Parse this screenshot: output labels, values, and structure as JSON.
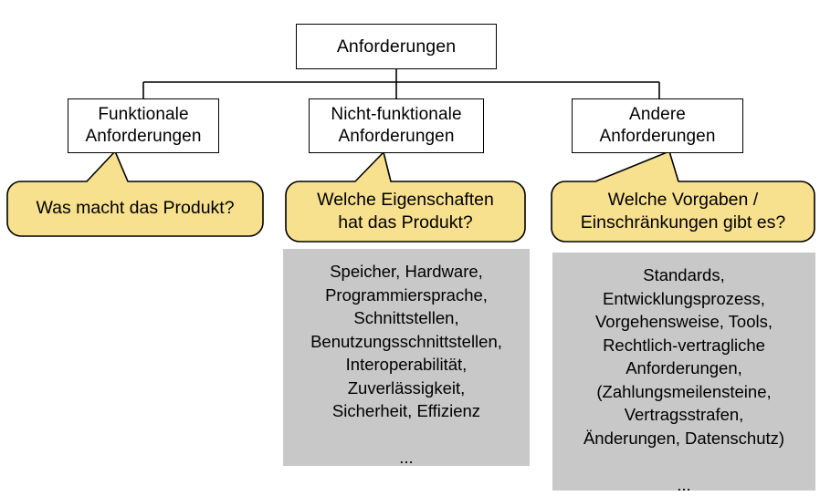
{
  "diagram": {
    "title": "Anforderungen",
    "root": {
      "label": "Anforderungen"
    },
    "children": [
      {
        "id": "functional",
        "label": "Funktionale\nAnforderungen"
      },
      {
        "id": "non-functional",
        "label": "Nicht-funktionale\nAnforderungen"
      },
      {
        "id": "other",
        "label": "Andere\nAnforderungen"
      }
    ],
    "callouts": [
      {
        "id": "callout-functional",
        "text": "Was macht das Produkt?"
      },
      {
        "id": "callout-non-functional",
        "text": "Welche Eigenschaften\nhat das Produkt?"
      },
      {
        "id": "callout-other",
        "text": "Welche Vorgaben /\nEinschränkungen gibt es?"
      }
    ],
    "detail_boxes": [
      {
        "id": "details-non-functional",
        "lines": [
          "Speicher, Hardware,",
          "Programmiersprache,",
          "Schnittstellen,",
          "Benutzungsschnittstellen,",
          "Interoperabilität,",
          "Zuverlässigkeit,",
          "Sicherheit, Effizienz",
          "",
          "..."
        ],
        "text": "Speicher, Hardware,\nProgrammiersprache,\nSchnittstellen,\nBenutzungsschnittstellen,\nInteroperabilität,\nZuverlässigkeit,\nSicherheit, Effizienz\n\n..."
      },
      {
        "id": "details-other",
        "lines": [
          "Standards,",
          "Entwicklungsprozess,",
          "Vorgehensweise, Tools,",
          "Rechtlich-vertragliche",
          "Anforderungen,",
          "(Zahlungsmeilensteine,",
          "Vertragsstrafen,",
          "Änderungen, Datenschutz)",
          "",
          "..."
        ],
        "text": "Standards,\nEntwicklungsprozess,\nVorgehensweise, Tools,\nRechtlich-vertragliche\nAnforderungen,\n(Zahlungsmeilensteine,\nVertragsstrafen,\nÄnderungen, Datenschutz)\n\n..."
      }
    ],
    "colors": {
      "callout_fill": "#F7E08E",
      "callout_stroke": "#000000",
      "detail_fill": "#C8C8C8",
      "node_fill": "#FFFFFF",
      "node_stroke": "#000000",
      "connector": "#000000"
    }
  }
}
